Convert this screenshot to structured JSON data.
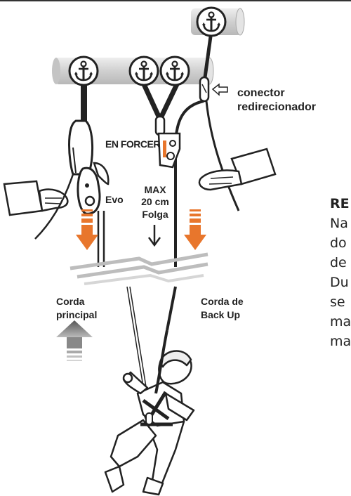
{
  "labels": {
    "conector": "conector",
    "redirecionador": "redirecionador",
    "en_forcer": "EN FORCER",
    "evo": "Evo",
    "max": "MAX",
    "twenty_cm": "20 cm",
    "folga": "Folga",
    "corda_principal_1": "Corda",
    "corda_principal_2": "principal",
    "corda_backup_1": "Corda de",
    "corda_backup_2": "Back Up"
  },
  "side_text": {
    "title": "RE",
    "lines": [
      "Na",
      "do",
      "de",
      "Du",
      "se",
      "ma",
      "ma"
    ]
  },
  "colors": {
    "arrow_orange": "#e8762c",
    "arrow_grey": "#777777",
    "pipe": "#d6d6d6",
    "ink": "#222222"
  },
  "icons": [
    "anchor-icon",
    "carabiner-icon",
    "descender-icon",
    "hand-icon",
    "climber-figure"
  ]
}
